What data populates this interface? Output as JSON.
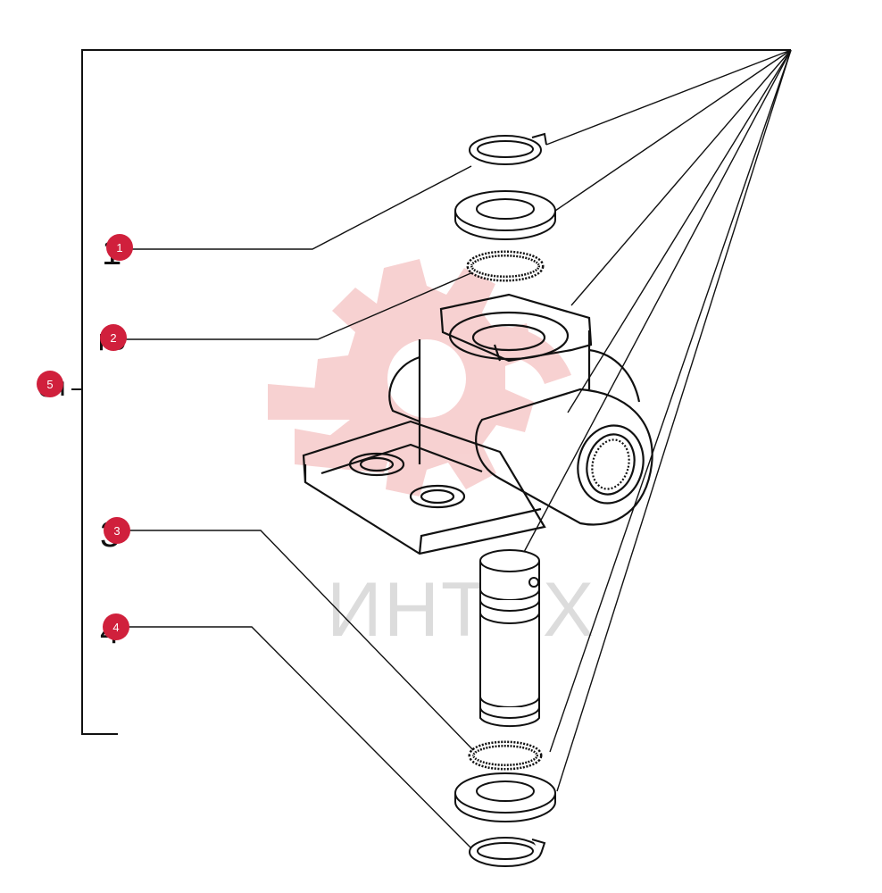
{
  "diagram": {
    "callouts": [
      {
        "id": "1",
        "label": "1"
      },
      {
        "id": "2",
        "label": "2"
      },
      {
        "id": "3",
        "label": "3"
      },
      {
        "id": "4",
        "label": "4"
      },
      {
        "id": "5",
        "label": "5"
      }
    ],
    "watermark": {
      "text": "ИНТЕХ",
      "logo": "gear-logo-icon"
    },
    "colors": {
      "badge": "#d0203c",
      "line": "#111111",
      "watermark_logo": "#f6caca",
      "watermark_text": "#dcdcdc"
    }
  }
}
